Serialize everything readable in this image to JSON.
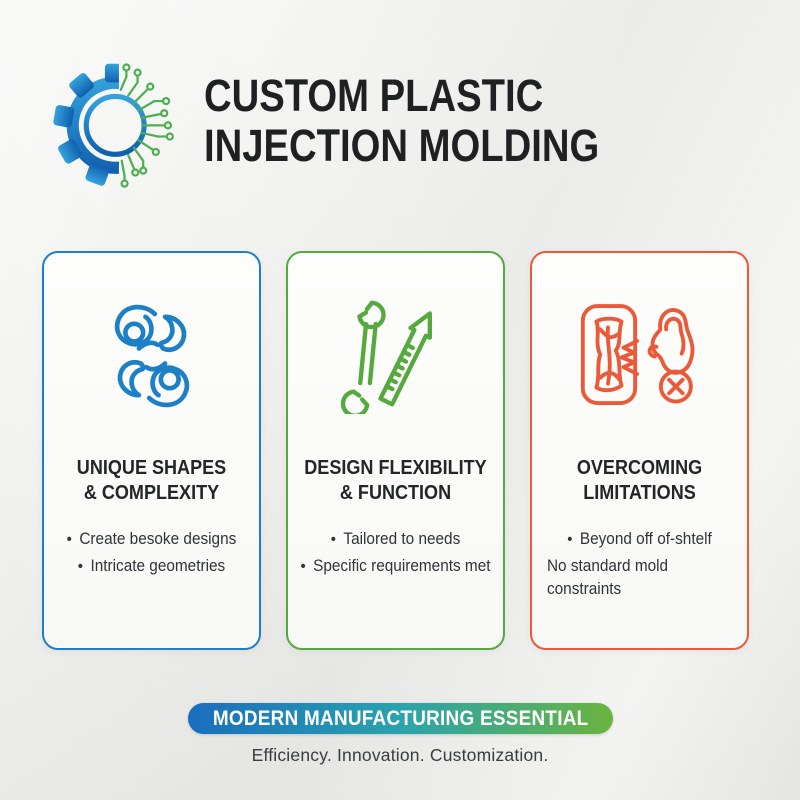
{
  "colors": {
    "background": "#f0f0ee",
    "headline_text": "#1e2022",
    "body_text": "#303437",
    "blue_accent": "#1d80c6",
    "green_accent": "#56a93f",
    "orange_accent": "#ea5a38",
    "gear_blue_top": "#34a3dd",
    "gear_blue_bottom": "#0f5fae",
    "circuit_green": "#4caf50"
  },
  "header": {
    "logo_icon": "gear-circuit-logo",
    "title_line1": "CUSTOM PLASTIC",
    "title_line2": "INJECTION MOLDING"
  },
  "cards": [
    {
      "accent": "#1d80c6",
      "icon": "interlocking-shapes-icon",
      "title_line1": "UNIQUE SHAPES",
      "title_line2": "& COMPLEXITY",
      "bullets": [
        {
          "dot": "•",
          "text": "Create besoke designs"
        },
        {
          "dot": "•",
          "text": "Intricate geometries"
        }
      ]
    },
    {
      "accent": "#56a93f",
      "icon": "wrench-ruler-arrow-icon",
      "title_line1": "DESIGN FLEXIBILITY",
      "title_line2": "& FUNCTION",
      "bullets": [
        {
          "dot": "•",
          "text": "Tailored to needs"
        },
        {
          "dot": "•",
          "text": "Specific requirements met"
        }
      ]
    },
    {
      "accent": "#ea5a38",
      "icon": "broken-mold-rejected-icon",
      "title_line1": "OVERCOMING",
      "title_line2": "LIMITATIONS",
      "bullets": [
        {
          "dot": "•",
          "text": "Beyond off of-shtelf"
        },
        {
          "dot": "",
          "text": "No standard mold constraints"
        }
      ]
    }
  ],
  "footer": {
    "banner_label": "MODERN MANUFACTURING ESSENTIAL",
    "banner_gradient": [
      "#1a6dbd",
      "#2aa3ad",
      "#6ab43e"
    ],
    "tagline": "Efficiency. Innovation. Customization."
  }
}
